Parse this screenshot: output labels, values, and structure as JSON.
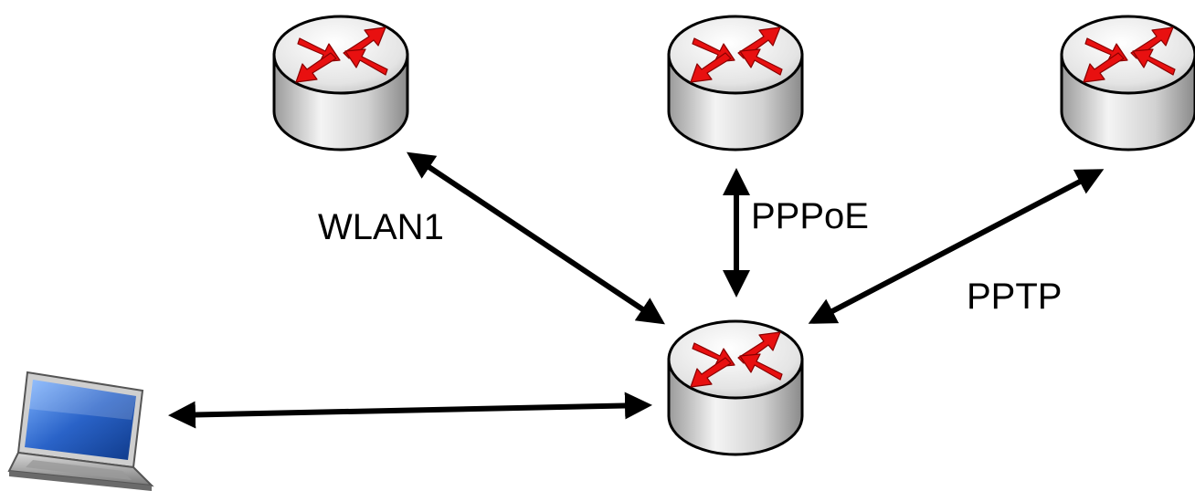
{
  "colors": {
    "background": "#ffffff",
    "connector": "#000000",
    "router_arrow": "#e81010",
    "router_body": "#e2e2e2",
    "router_outline": "#000000",
    "laptop_screen": "#2a63c8"
  },
  "nodes": [
    {
      "id": "router-left",
      "icon": "router-icon"
    },
    {
      "id": "router-middle",
      "icon": "router-icon"
    },
    {
      "id": "router-right",
      "icon": "router-icon"
    },
    {
      "id": "router-central",
      "icon": "router-icon"
    },
    {
      "id": "laptop",
      "icon": "laptop-icon"
    }
  ],
  "links": [
    {
      "from": "router-central",
      "to": "router-left",
      "label": "WLAN1"
    },
    {
      "from": "router-central",
      "to": "router-middle",
      "label": "PPPoE"
    },
    {
      "from": "router-central",
      "to": "router-right",
      "label": "PPTP"
    },
    {
      "from": "laptop",
      "to": "router-central",
      "label": ""
    }
  ]
}
